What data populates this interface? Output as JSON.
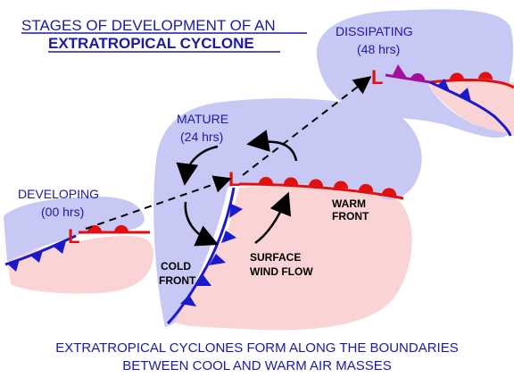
{
  "title": {
    "line1": "STAGES OF DEVELOPMENT OF AN",
    "line2": "EXTRATROPICAL CYCLONE"
  },
  "stages": {
    "developing": {
      "name": "DEVELOPING",
      "time": "(00 hrs)"
    },
    "mature": {
      "name": "MATURE",
      "time": "(24 hrs)"
    },
    "dissipating": {
      "name": "DISSIPATING",
      "time": "(48 hrs)"
    }
  },
  "low_symbol": "L",
  "labels": {
    "warm_front": [
      "WARM",
      "FRONT"
    ],
    "cold_front": [
      "COLD",
      "FRONT"
    ],
    "surface_wind_flow": [
      "SURFACE",
      "WIND FLOW"
    ]
  },
  "caption": {
    "line1": "EXTRATROPICAL CYCLONES FORM ALONG THE BOUNDARIES",
    "line2": "BETWEEN COOL AND WARM AIR MASSES"
  },
  "colors": {
    "cool_air": "#c8c8f5",
    "warm_air": "#fad4d4",
    "cold_front": "#1a1acc",
    "warm_front": "#e01010",
    "occluded_front": "#a0109a",
    "text": "#1a1aa6"
  }
}
